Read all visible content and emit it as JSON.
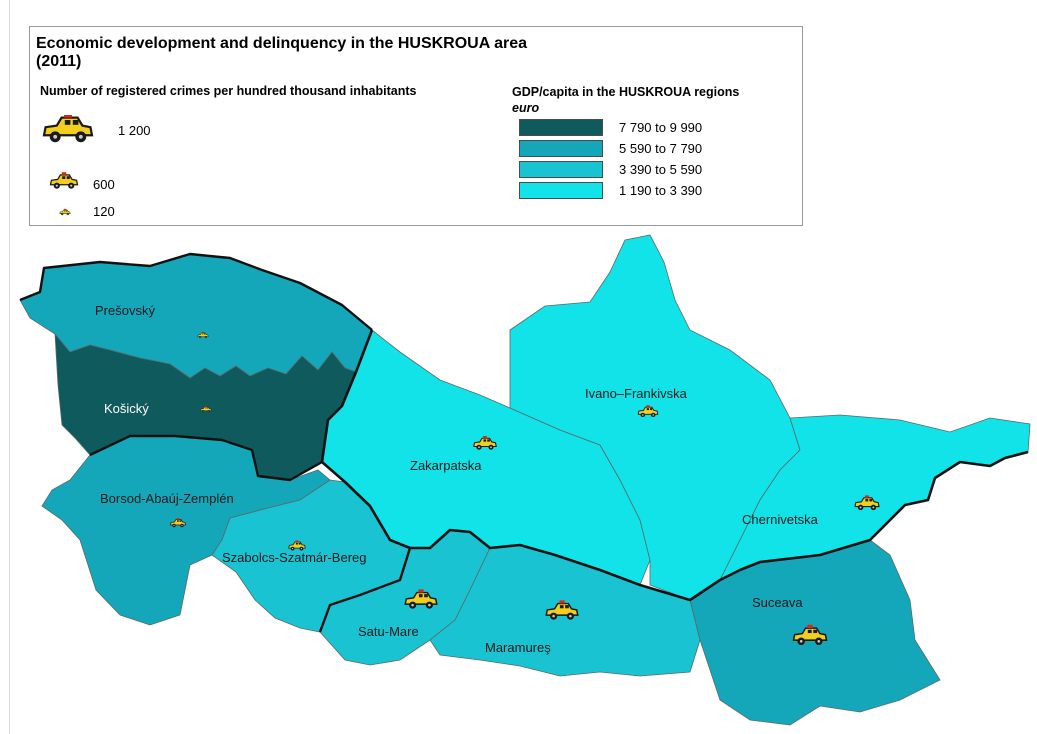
{
  "title_line1": "Economic development and delinquency in the HUSKROUA area",
  "title_line2": "(2011)",
  "symbol_legend": {
    "heading": "Number of registered crimes per hundred thousand inhabitants",
    "items": [
      {
        "label": "1  200",
        "value": 1200
      },
      {
        "label": "600",
        "value": 600
      },
      {
        "label": "120",
        "value": 120
      }
    ]
  },
  "gdp_legend": {
    "heading": "GDP/capita in the HUSKROUA regions",
    "unit": "euro",
    "classes": [
      {
        "label": "7 790 to 9 990",
        "color": "#0e5a5c"
      },
      {
        "label": "5 590 to 7 790",
        "color": "#14a7ba"
      },
      {
        "label": "3 390 to 5 590",
        "color": "#1ac3d2"
      },
      {
        "label": "1 190 to 3 390",
        "color": "#12e3e8"
      }
    ]
  },
  "regions": [
    {
      "name": "Prešovský",
      "class": 1
    },
    {
      "name": "Košický",
      "class": 0
    },
    {
      "name": "Borsod-Abaúj-Zemplén",
      "class": 1
    },
    {
      "name": "Szabolcs-Szatmár-Bereg",
      "class": 2
    },
    {
      "name": "Zakarpatska",
      "class": 3
    },
    {
      "name": "Ivano–Frankivska",
      "class": 3
    },
    {
      "name": "Chernivetska",
      "class": 3
    },
    {
      "name": "Satu-Mare",
      "class": 2
    },
    {
      "name": "Maramureş",
      "class": 2
    },
    {
      "name": "Suceava",
      "class": 1
    }
  ],
  "icon_name": "police-car-icon"
}
